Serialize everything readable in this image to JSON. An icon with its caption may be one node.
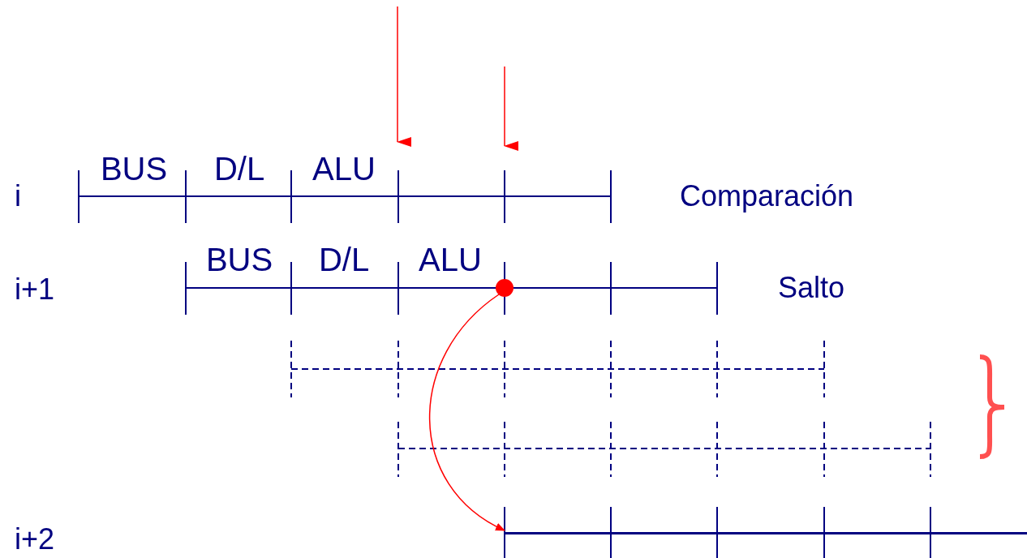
{
  "diagram": {
    "nodes": [
      {
        "text": [],
        "shape": "circle"
      },
      {
        "text": [],
        "shape": "bar"
      }
    ],
    "edges": [
      {
        "from": 0,
        "to": 1,
        "arrow": "to",
        "color": "#ff0000"
      }
    ],
    "labels": [
      "BUS",
      "D/L",
      "ALU",
      "i",
      "Comparación",
      "BUS",
      "D/L",
      "ALU",
      "i+1",
      "Salto",
      "i+2"
    ]
  }
}
